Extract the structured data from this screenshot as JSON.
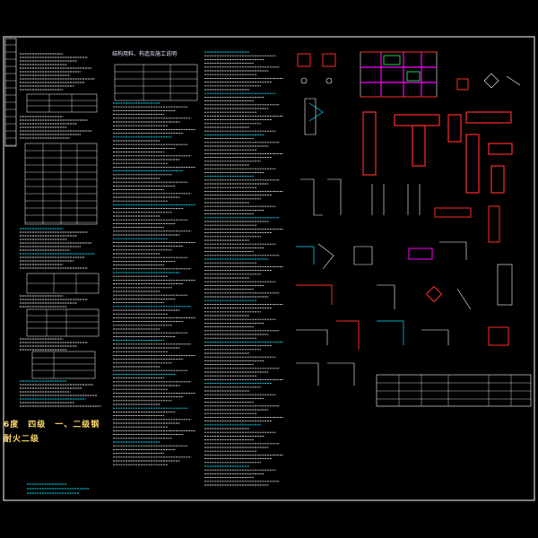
{
  "sheet": {
    "background": "#000000",
    "line_color": "#ffffff",
    "accent_cyan": "#00e5ff",
    "accent_red": "#ff2a2a",
    "accent_magenta": "#ff00ff",
    "accent_yellow": "#ffd96a",
    "accent_green": "#2aff6a"
  },
  "texts": {
    "main_heading": "结构用料、构造及施工说明",
    "note_line1": "6度　四级　一、二级钢",
    "note_line2": "耐火二级"
  }
}
